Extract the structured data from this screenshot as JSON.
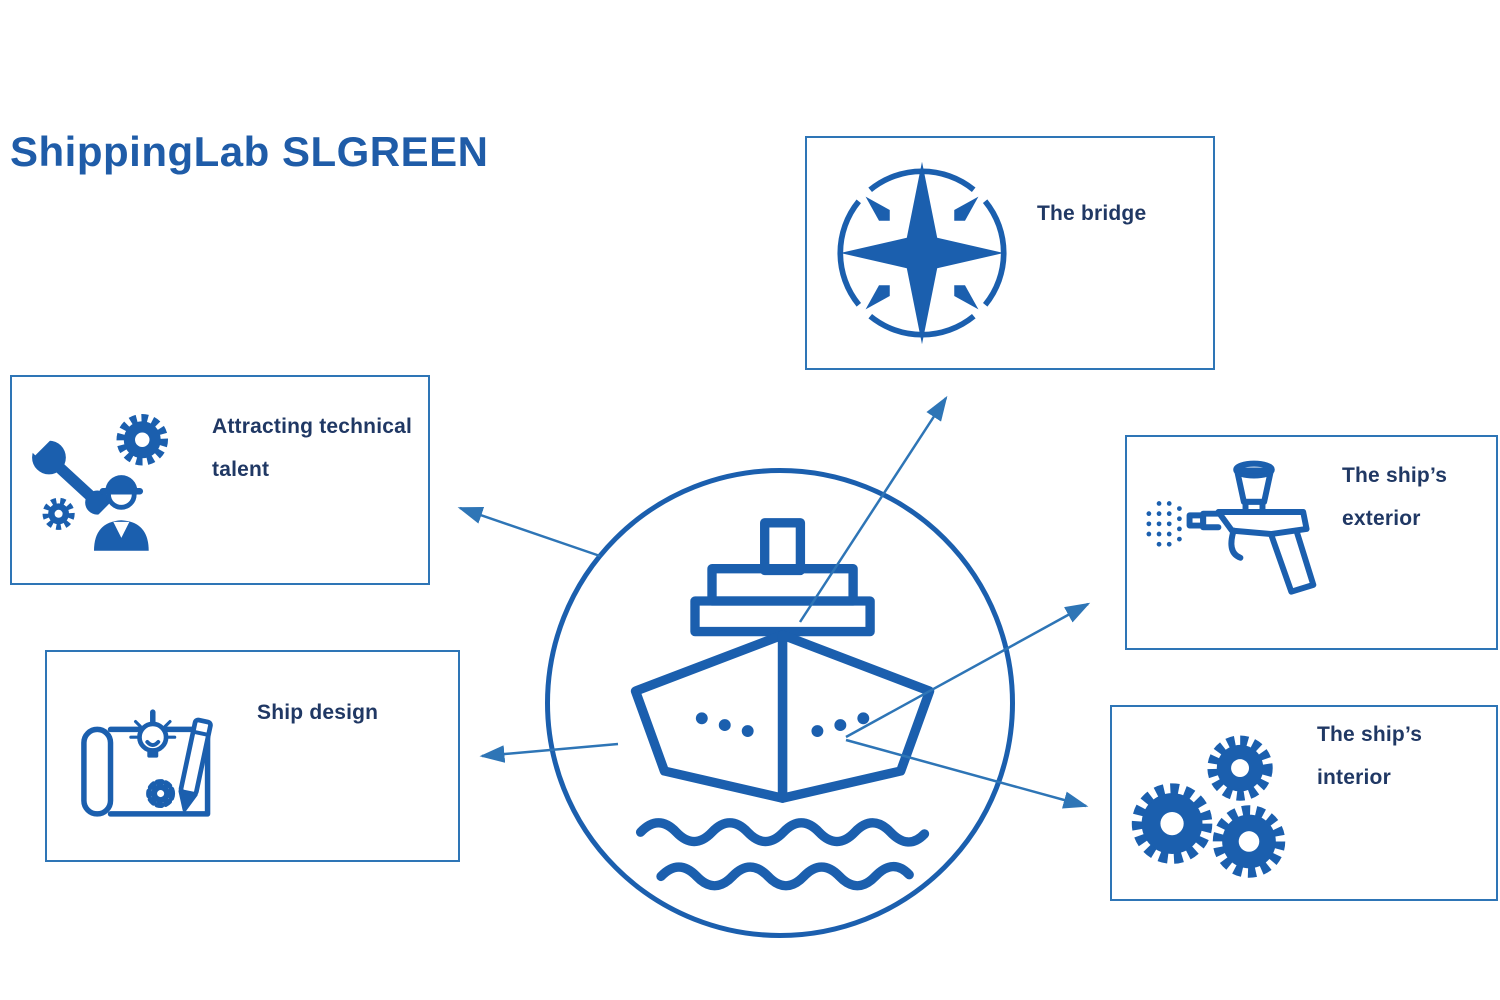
{
  "title": "ShippingLab SLGREEN",
  "colors": {
    "brand_blue": "#1f5ca8",
    "icon_blue": "#1b5fae",
    "label_navy": "#203864",
    "border_blue": "#2e75b6",
    "arrow_blue": "#2e75b6",
    "background": "#ffffff"
  },
  "center": {
    "icon": "ship-icon",
    "description": "central circle with ship illustration"
  },
  "nodes": [
    {
      "id": "bridge",
      "label": "The bridge",
      "icon": "compass-icon"
    },
    {
      "id": "talent",
      "label": "Attracting technical talent",
      "icon": "technical-talent-icon"
    },
    {
      "id": "design",
      "label": "Ship design",
      "icon": "ship-design-icon"
    },
    {
      "id": "exterior",
      "label": "The ship’s exterior",
      "icon": "spray-gun-icon"
    },
    {
      "id": "interior",
      "label": "The ship’s interior",
      "icon": "gears-icon"
    }
  ]
}
